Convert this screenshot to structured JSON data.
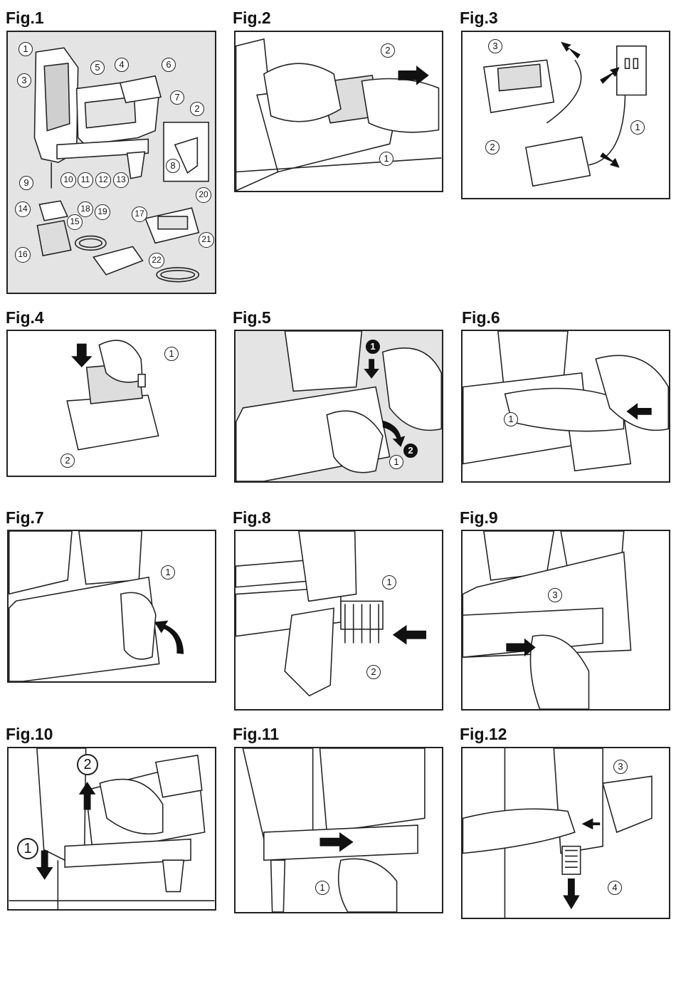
{
  "figures": [
    {
      "title": "Fig.1",
      "callouts": [
        "1",
        "2",
        "3",
        "4",
        "5",
        "6",
        "7",
        "8",
        "9",
        "10",
        "11",
        "12",
        "13",
        "14",
        "15",
        "16",
        "17",
        "18",
        "19",
        "20",
        "21",
        "22"
      ]
    },
    {
      "title": "Fig.2",
      "callouts": [
        "1",
        "2"
      ]
    },
    {
      "title": "Fig.3",
      "callouts": [
        "1",
        "2",
        "3"
      ]
    },
    {
      "title": "Fig.4",
      "callouts": [
        "1",
        "2"
      ]
    },
    {
      "title": "Fig.5",
      "callouts": [
        "1",
        "1",
        "2"
      ]
    },
    {
      "title": "Fig.6",
      "callouts": [
        "1"
      ]
    },
    {
      "title": "Fig.7",
      "callouts": [
        "1"
      ]
    },
    {
      "title": "Fig.8",
      "callouts": [
        "1",
        "2"
      ]
    },
    {
      "title": "Fig.9",
      "callouts": [
        "3"
      ]
    },
    {
      "title": "Fig.10",
      "callouts": [
        "1",
        "2"
      ]
    },
    {
      "title": "Fig.11",
      "callouts": [
        "1"
      ]
    },
    {
      "title": "Fig.12",
      "callouts": [
        "3",
        "4"
      ]
    }
  ]
}
